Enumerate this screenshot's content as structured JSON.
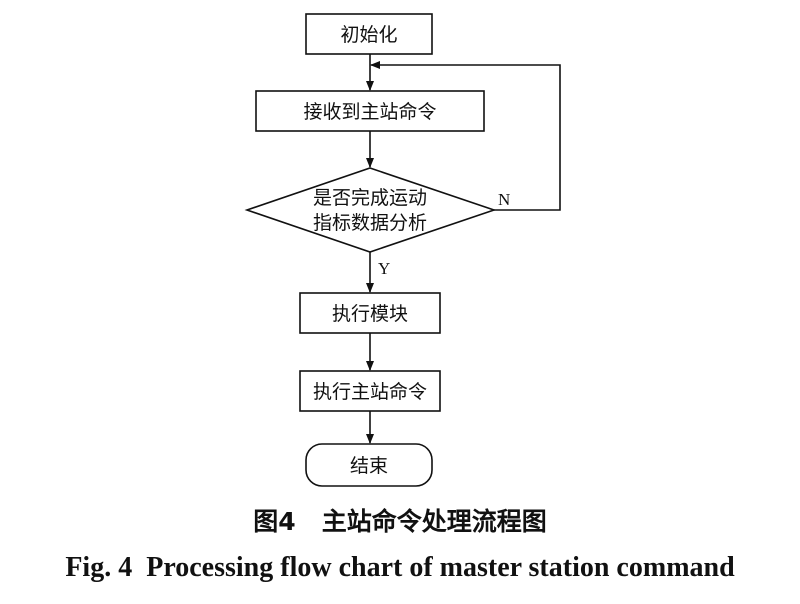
{
  "flowchart": {
    "steps": {
      "init": "初始化",
      "receive": "接收到主站命令",
      "decision_line1": "是否完成运动",
      "decision_line2": "指标数据分析",
      "exec_module": "执行模块",
      "exec_command": "执行主站命令",
      "end": "结束"
    },
    "edges": {
      "no": "N",
      "yes": "Y"
    }
  },
  "caption": {
    "cn_label": "图4",
    "cn_title": "主站命令处理流程图",
    "en_label": "Fig. 4",
    "en_title": "Processing flow chart of master station command"
  }
}
